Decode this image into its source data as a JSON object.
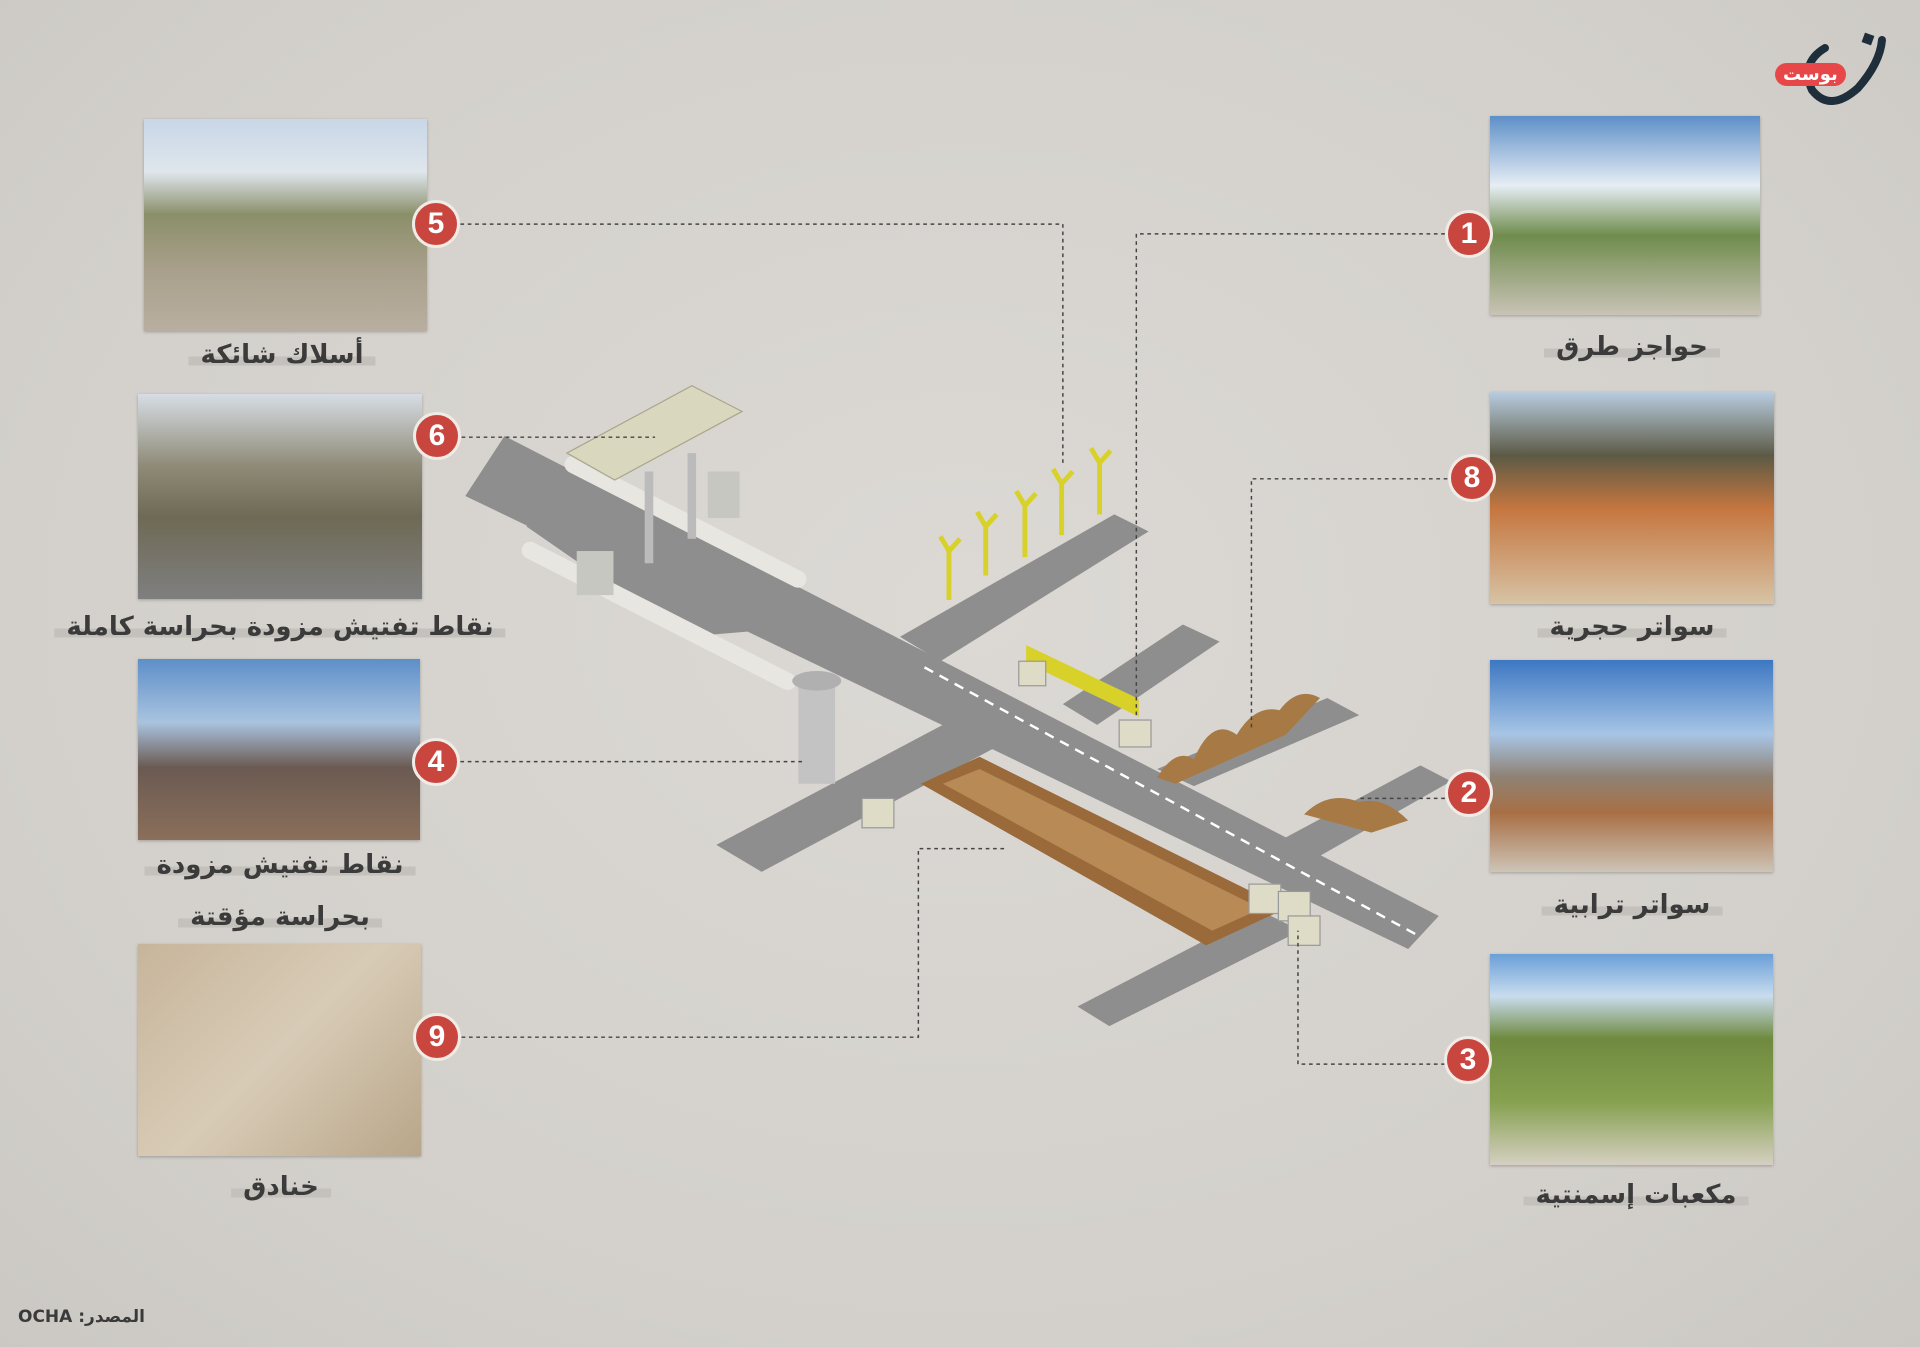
{
  "logo": {
    "badge_text": "بوست"
  },
  "source": "المصدر: OCHA",
  "items": [
    {
      "number": "1",
      "label": "حواجز طرق"
    },
    {
      "number": "8",
      "label": "سواتر حجرية"
    },
    {
      "number": "2",
      "label": "سواتر ترابية"
    },
    {
      "number": "3",
      "label": "مكعبات إسمنتية"
    },
    {
      "number": "5",
      "label": "أسلاك شائكة"
    },
    {
      "number": "6",
      "label": "نقاط تفتيش مزودة بحراسة كاملة"
    },
    {
      "number": "4",
      "label_line1": "نقاط تفتيش مزودة",
      "label_line2": "بحراسة مؤقتة"
    },
    {
      "number": "9",
      "label": "خنادق"
    }
  ],
  "colors": {
    "badge": "#c9463f",
    "road": "#8f8f8f",
    "fence": "#d8d12a",
    "trench": "#9a6a3a"
  }
}
